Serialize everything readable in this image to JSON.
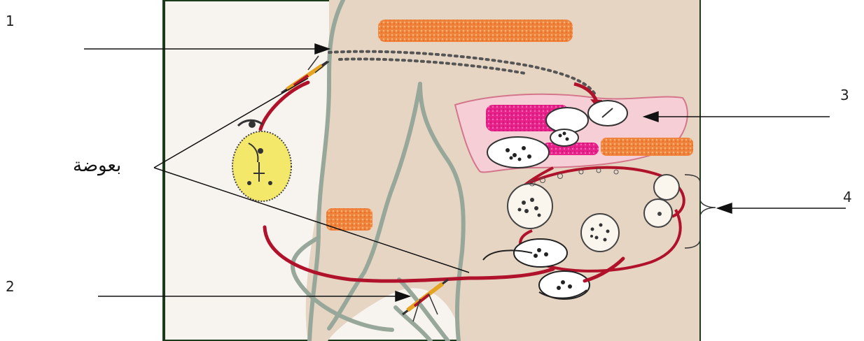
{
  "labels": {
    "n1": "1",
    "n2": "2",
    "n3": "3",
    "n4": "4",
    "mosquito": "بعوضة"
  },
  "colors": {
    "skin": "#e6d5c3",
    "outline": "#97a89a",
    "frame": "#1c3a1c",
    "liver": "#f6cfd6",
    "blood": "#b0122b",
    "redaction_orange": "#f0833c",
    "redaction_magenta": "#e7208a",
    "oocyst": "#f3e86a"
  },
  "icons": {
    "mosquito_top": "mosquito-icon",
    "mosquito_bottom": "mosquito-icon",
    "oocyst": "oocyst-icon",
    "cells": "blood-cell-icon"
  }
}
